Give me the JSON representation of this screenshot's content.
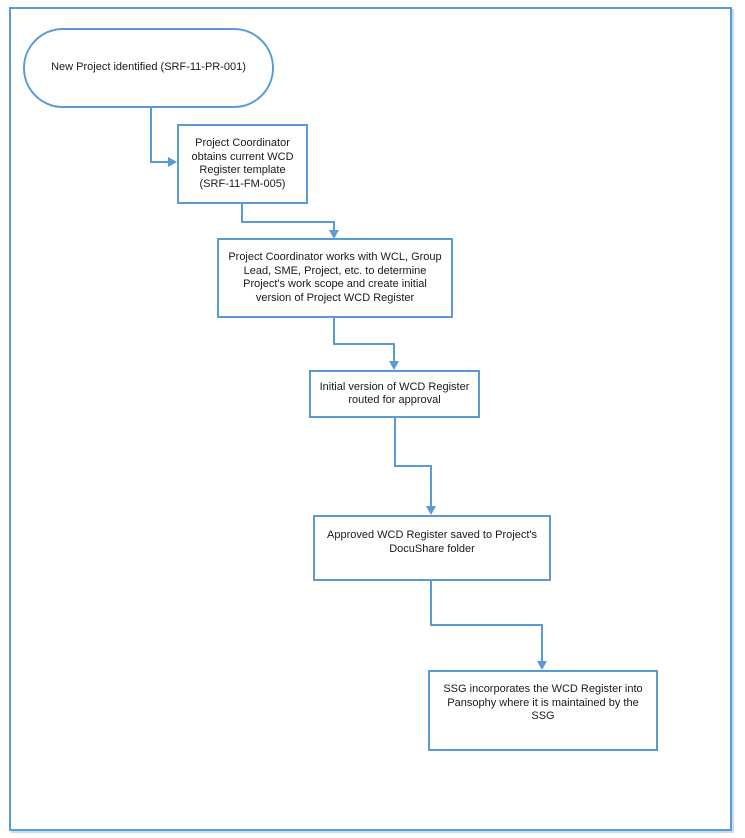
{
  "diagram": {
    "type": "flowchart",
    "colors": {
      "stroke": "#5B9BD5",
      "text": "#1a1a1a",
      "background": "#ffffff"
    },
    "nodes": [
      {
        "id": "start",
        "type": "terminator",
        "label": "New Project identified (SRF-11-PR-001)",
        "lines": [
          "New Project identified (SRF-11-PR-001)"
        ]
      },
      {
        "id": "obtain-template",
        "type": "process",
        "label": "Project Coordinator obtains current WCD Register template (SRF-11-FM-005)",
        "lines": [
          "Project Coordinator",
          "obtains current WCD",
          "Register template",
          "(SRF-11-FM-005)"
        ]
      },
      {
        "id": "create-initial-register",
        "type": "process",
        "label": "Project Coordinator works with WCL, Group Lead, SME, Project, etc. to determine Project's work scope and create initial version of Project WCD Register",
        "lines": [
          "Project Coordinator works with WCL, Group",
          "Lead, SME, Project, etc. to determine",
          "Project's work scope and create initial",
          "version of Project WCD Register"
        ]
      },
      {
        "id": "route-for-approval",
        "type": "process",
        "label": "Initial version of WCD Register routed for approval",
        "lines": [
          "Initial version of WCD Register",
          "routed for approval"
        ]
      },
      {
        "id": "save-to-docushare",
        "type": "process",
        "label": "Approved WCD Register saved to Project's DocuShare folder",
        "lines": [
          "Approved WCD Register saved to Project's",
          "DocuShare folder"
        ]
      },
      {
        "id": "ssg-pansophy",
        "type": "process",
        "label": "SSG incorporates the WCD Register into Pansophy where it is maintained by the SSG",
        "lines": [
          "SSG incorporates the WCD Register into",
          "Pansophy where it is maintained by the",
          "SSG"
        ]
      }
    ],
    "connections": [
      {
        "from": "start",
        "to": "obtain-template"
      },
      {
        "from": "obtain-template",
        "to": "create-initial-register"
      },
      {
        "from": "create-initial-register",
        "to": "route-for-approval"
      },
      {
        "from": "route-for-approval",
        "to": "save-to-docushare"
      },
      {
        "from": "save-to-docushare",
        "to": "ssg-pansophy"
      }
    ]
  }
}
